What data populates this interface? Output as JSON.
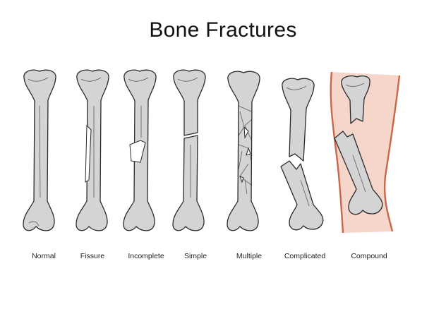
{
  "title": "Bone Fractures",
  "labels": [
    "Normal",
    "Fissure",
    "Incomplete",
    "Simple",
    "Multiple",
    "Complicated",
    "Compound"
  ],
  "colors": {
    "bone_fill": "#d4d4d4",
    "bone_outline": "#2a2a2a",
    "skin": "#f6d5cb",
    "skin_edge": "#c8684a"
  }
}
